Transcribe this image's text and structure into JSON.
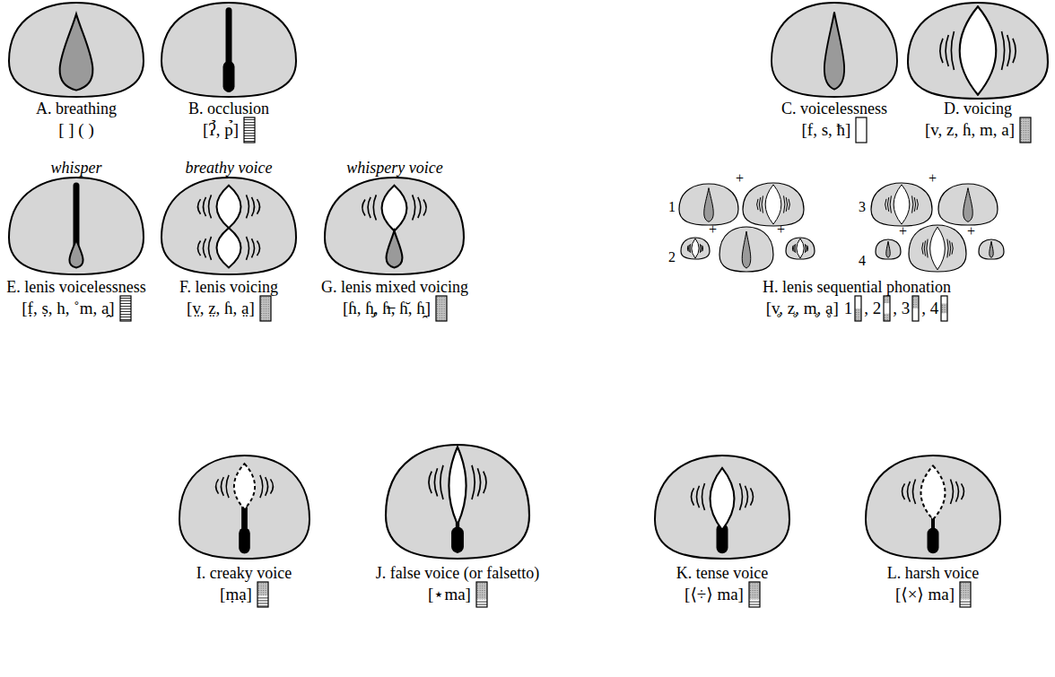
{
  "diagram": {
    "nodes": [
      {
        "text": [
          "A. breathing",
          "[ ] ( )"
        ]
      },
      {
        "text": [
          "B. occlusion",
          "[ʔ̉, p̉]"
        ]
      },
      {
        "text": [
          "C. voicelessness",
          "[f, s, ħ]"
        ]
      },
      {
        "text": [
          "D. voicing",
          "[v, z, ɦ, m, a]"
        ]
      },
      {
        "text": [
          "whisper",
          "E. lenis voicelessness",
          "[f̣, ṣ, h, ˚m, a̭]"
        ]
      },
      {
        "text": [
          "breathy voice",
          "F. lenis voicing",
          "[v̤, z̤, ɦ, a̤]"
        ]
      },
      {
        "text": [
          "whispery voice",
          "G. lenis mixed voicing",
          "[ɦ, ɦ̡, ɦ̶, ɦ̆, ɦ̯]"
        ]
      },
      {
        "text": [
          "H. lenis sequential phonation",
          "[v̥, z̥, m̥, ḁ]"
        ]
      },
      {
        "text": [
          "I. creaky voice",
          "[ṃạ]"
        ]
      },
      {
        "text": [
          "J. false voice (or falsetto)",
          "[⋆ma]"
        ]
      },
      {
        "text": [
          "K. tense voice",
          "[⟨÷⟩ ma]"
        ]
      },
      {
        "text": [
          "L. harsh voice",
          "[⟨×⟩ ma]"
        ]
      }
    ],
    "labels": [
      "1",
      "+",
      "2",
      "+",
      "+",
      "3",
      "+",
      "4",
      "+",
      "+",
      "1",
      ", 2",
      ", 3",
      ", 4"
    ]
  }
}
